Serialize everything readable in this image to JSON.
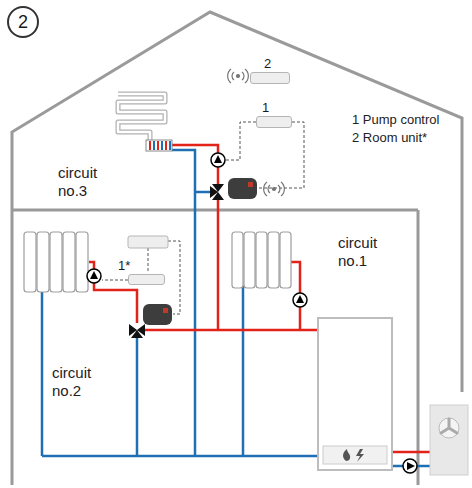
{
  "diagram": {
    "nodes": [
      {
        "text": [
          "2"
        ]
      },
      {
        "text": [
          "2"
        ]
      },
      {
        "text": [
          "1"
        ]
      },
      {
        "text": [
          "1*"
        ]
      }
    ],
    "labels": [
      "circuit no.3",
      "1 Pump control",
      "2 Room unit*",
      "circuit no.1",
      "circuit no.2"
    ]
  }
}
